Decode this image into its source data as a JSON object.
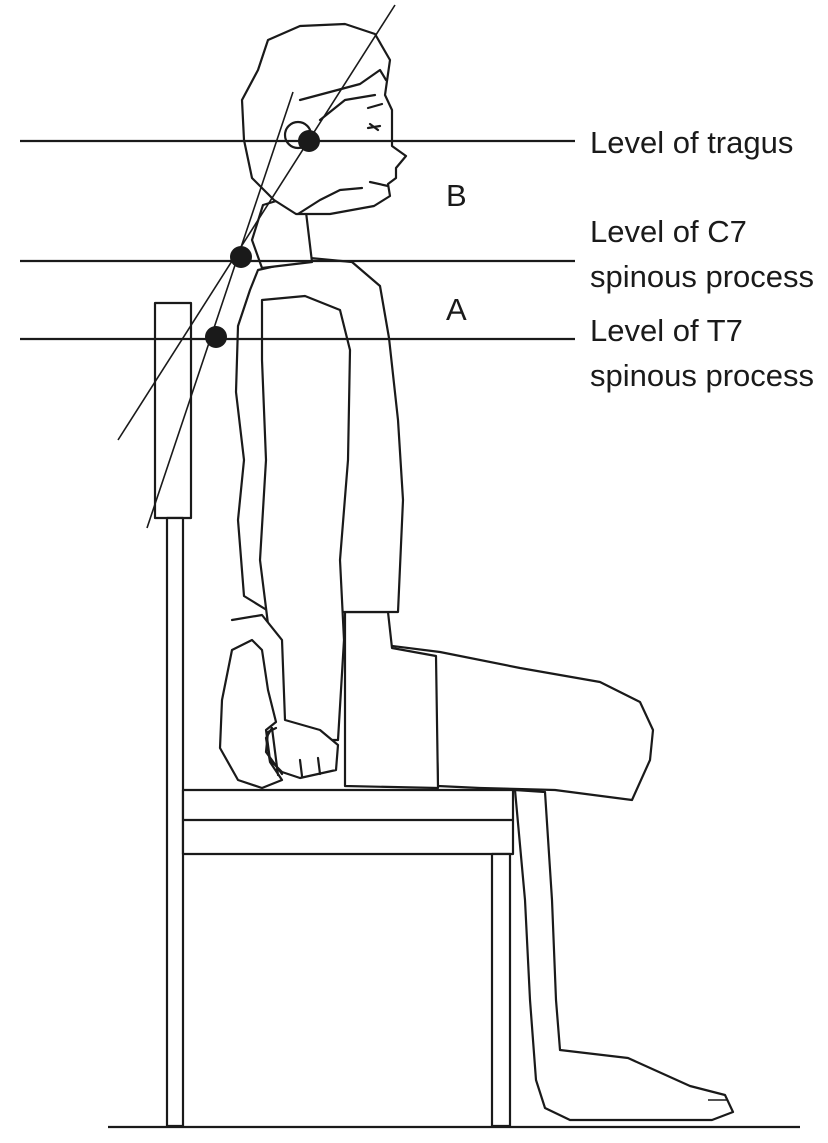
{
  "labels": {
    "tragus": [
      "Level of tragus"
    ],
    "c7": [
      "Level of C7",
      "spinous process"
    ],
    "t7": [
      "Level of T7",
      "spinous process"
    ]
  },
  "angles": {
    "b": "B",
    "a": "A"
  }
}
